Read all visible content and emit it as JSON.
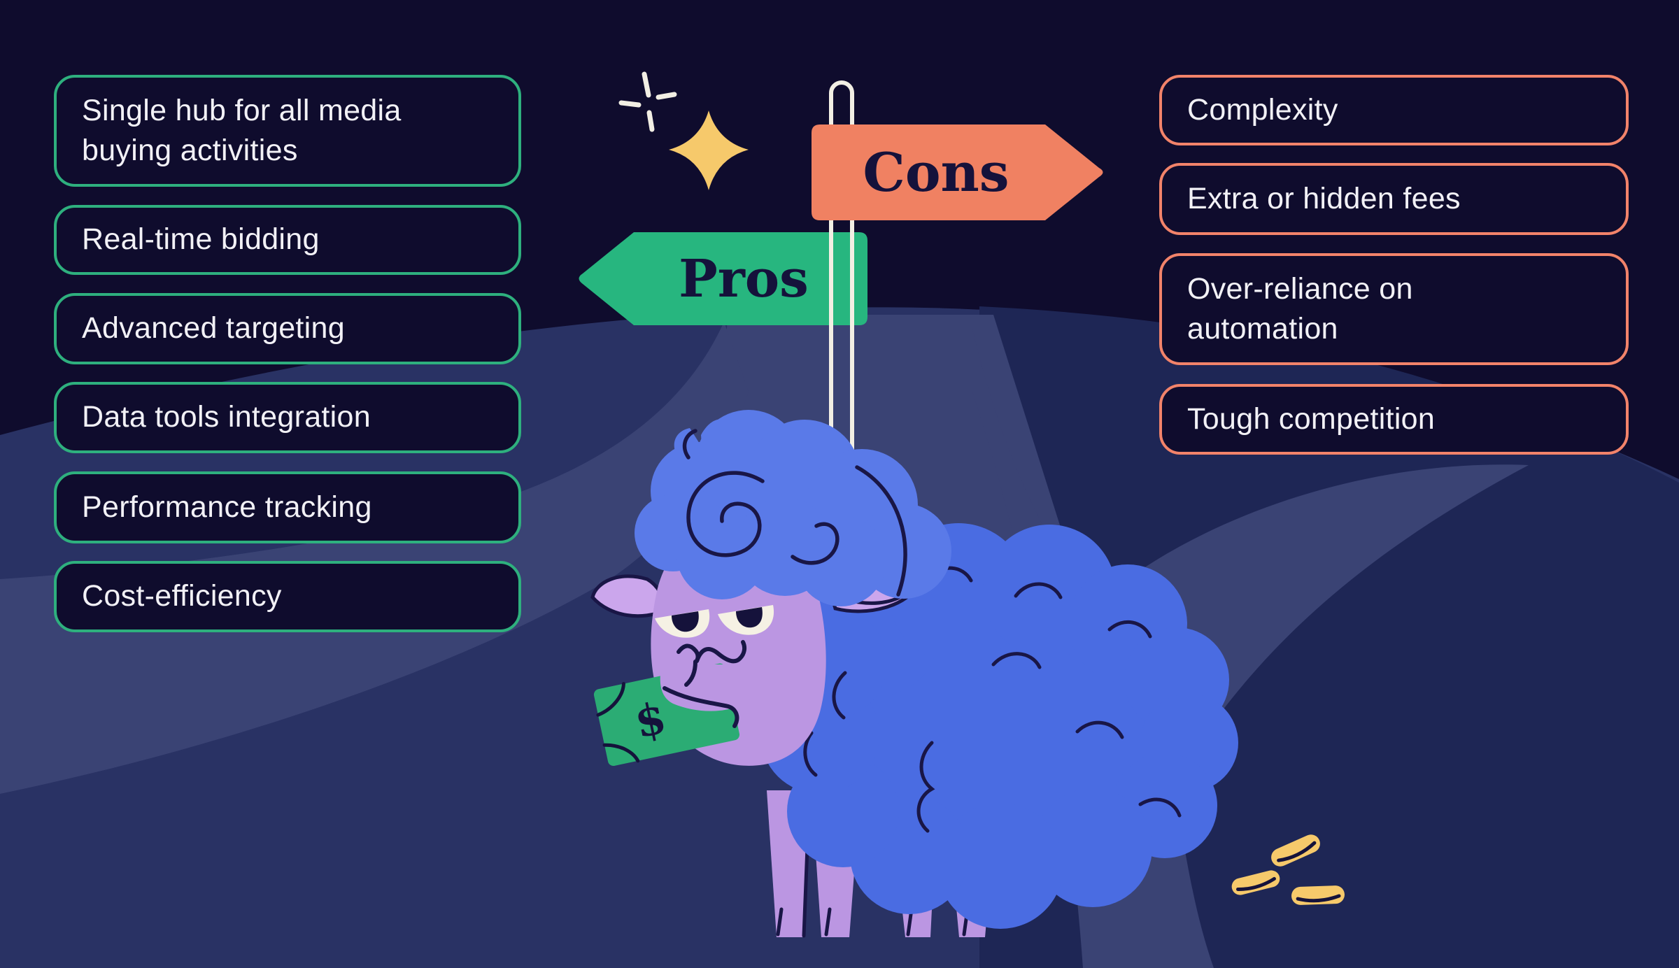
{
  "title": "Pros and cons infographic with sheep at a crossroads",
  "signpost": {
    "pros_label": "Pros",
    "cons_label": "Cons"
  },
  "pros": {
    "items": [
      "Single hub for all media\nbuying activities",
      "Real-time bidding",
      "Advanced targeting",
      "Data tools integration",
      "Performance tracking",
      "Cost-efficiency"
    ]
  },
  "cons": {
    "items": [
      "Complexity",
      "Extra or hidden fees",
      "Over-reliance on\nautomation",
      "Tough competition"
    ]
  },
  "illustration": {
    "money_symbol": "$",
    "colors": {
      "background": "#0F0C2D",
      "ground": "#293264",
      "ground_dark": "#1E2655",
      "road": "#3A4374",
      "pros_sign_green": "#27B67F",
      "cons_sign_coral": "#F08162",
      "pill_border_green": "#2EB07E",
      "pill_border_coral": "#F2836A",
      "pill_text": "#F2F1F6",
      "sign_text": "#15123B",
      "pole_cream": "#F2EFE4",
      "star_gold": "#F6C96B",
      "coin_gold": "#F6C96B",
      "sheep_wool_blue": "#4A6CE2",
      "sheep_hair_blue": "#5A7AE8",
      "sheep_skin_purple": "#BB96E2",
      "sheep_ear_purple": "#CBA6EC",
      "money_green": "#2BAC74",
      "outline_navy": "#191646",
      "eye_cream": "#F5F1E4"
    }
  }
}
